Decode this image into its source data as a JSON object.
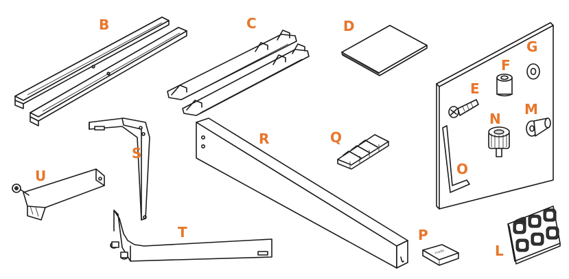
{
  "accent_color": "#e8762b",
  "parts": {
    "B": "B",
    "C": "C",
    "D": "D",
    "E": "E",
    "F": "F",
    "G": "G",
    "L": "L",
    "M": "M",
    "N": "N",
    "O": "O",
    "P": "P",
    "Q": "Q",
    "R": "R",
    "S": "S",
    "T": "T",
    "U": "U"
  }
}
